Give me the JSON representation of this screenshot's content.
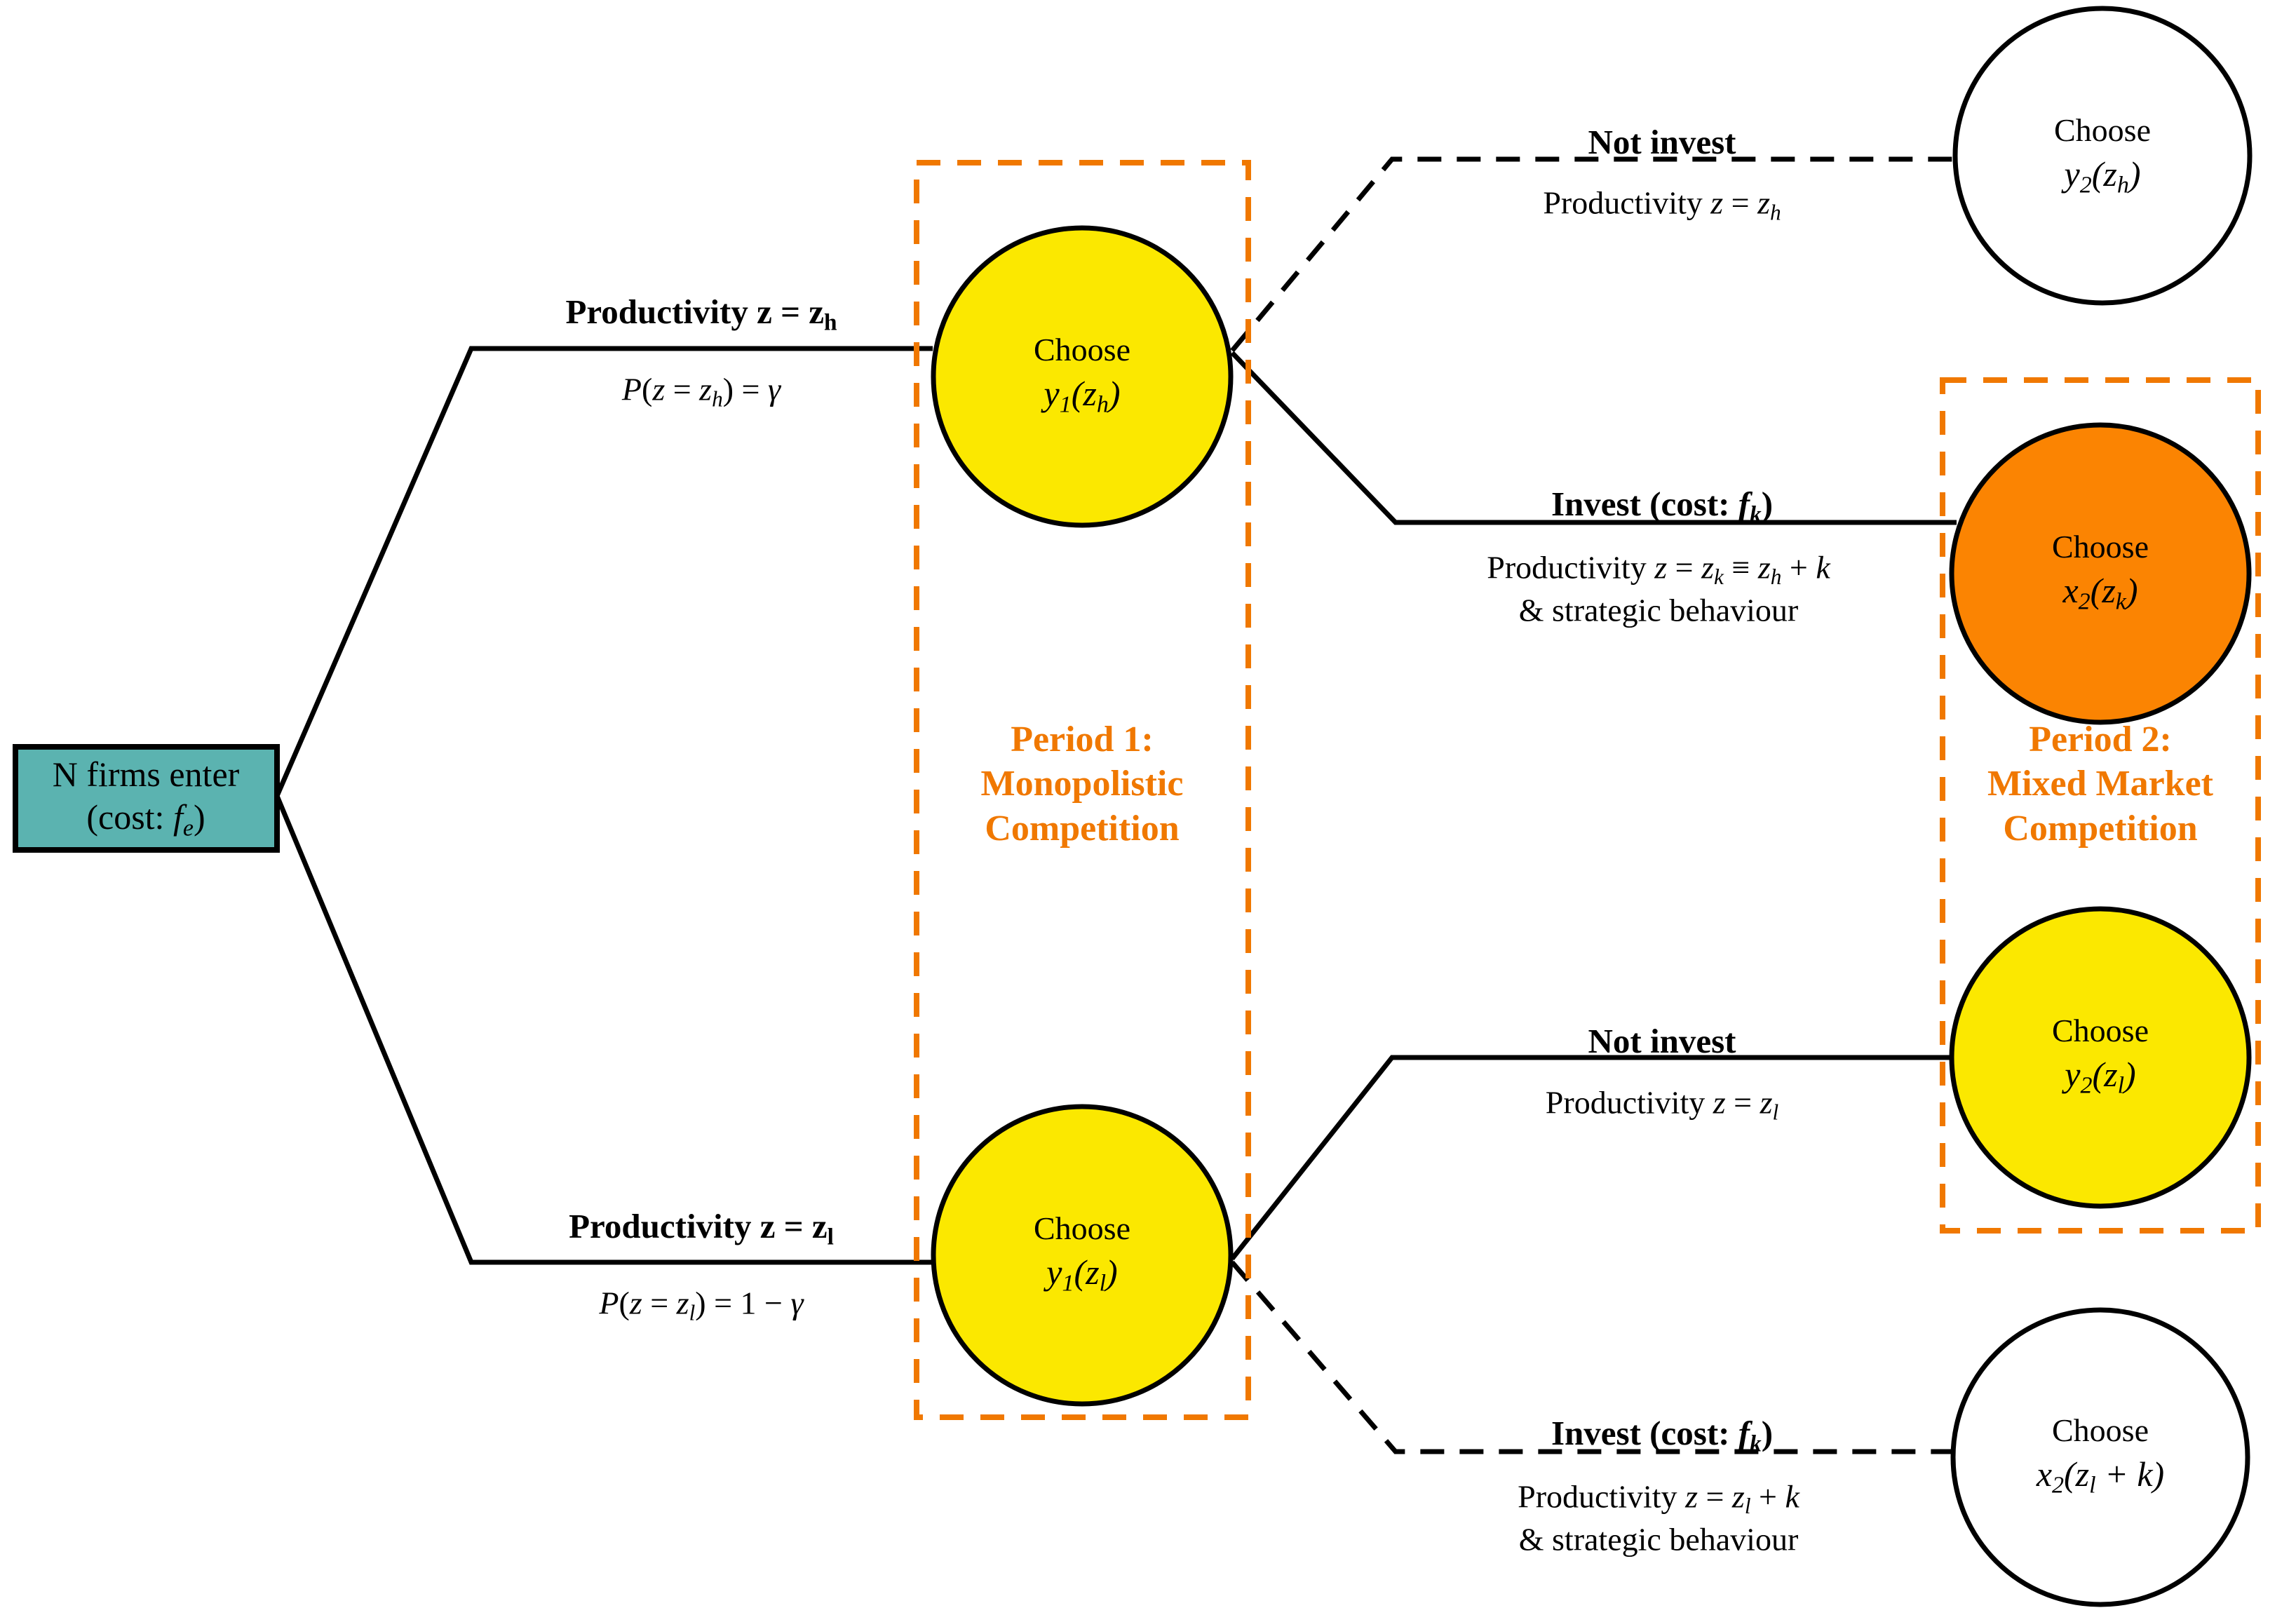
{
  "diagram": {
    "title": "Two-period firm investment decision tree",
    "colors": {
      "entry_fill": "#5BB3B0",
      "node_yellow": "#FBE800",
      "node_orange": "#FB8402",
      "node_white": "#FFFFFF",
      "period_accent": "#F07800",
      "stroke": "#000000"
    }
  },
  "entry": {
    "line1": "N firms enter",
    "line2_prefix": "(cost:",
    "line2_math": "f",
    "line2_sub": "e",
    "line2_suffix": ")",
    "full_text": "N firms enter (cost: f_e)"
  },
  "periods": [
    {
      "id": "period-1",
      "line1": "Period 1:",
      "line2": "Monopolistic",
      "line3": "Competition",
      "full_text": "Period 1: Monopolistic Competition"
    },
    {
      "id": "period-2",
      "line1": "Period 2:",
      "line2": "Mixed Market",
      "line3": "Competition",
      "full_text": "Period 2: Mixed Market Competition"
    }
  ],
  "nodes": [
    {
      "id": "node-y1-zh",
      "choose": "Choose",
      "math": "y₁(z_h)",
      "fill": "yellow",
      "stage": "period-1"
    },
    {
      "id": "node-y1-zl",
      "choose": "Choose",
      "math": "y₁(z_l)",
      "fill": "yellow",
      "stage": "period-1"
    },
    {
      "id": "node-y2-zh",
      "choose": "Choose",
      "math": "y₂(z_h)",
      "fill": "white",
      "stage": "outside"
    },
    {
      "id": "node-x2-zk",
      "choose": "Choose",
      "math": "x₂(z_k)",
      "fill": "orange",
      "stage": "period-2"
    },
    {
      "id": "node-y2-zl",
      "choose": "Choose",
      "math": "y₂(z_l)",
      "fill": "yellow",
      "stage": "period-2"
    },
    {
      "id": "node-x2-zl-k",
      "choose": "Choose",
      "math": "x₂(z_l + k)",
      "fill": "white",
      "stage": "outside"
    }
  ],
  "edges": [
    {
      "id": "edge-high-productivity",
      "style": "solid",
      "top_label": "Productivity z = z_h",
      "bottom_label": "P(z = z_h) = γ"
    },
    {
      "id": "edge-low-productivity",
      "style": "solid",
      "top_label": "Productivity z = z_l",
      "bottom_label": "P(z = z_l) = 1 − γ"
    },
    {
      "id": "edge-high-not-invest",
      "style": "dashed",
      "top_label": "Not invest",
      "bottom_label": "Productivity z = z_h"
    },
    {
      "id": "edge-high-invest",
      "style": "solid",
      "top_label": "Invest (cost: f_k)",
      "bottom_label_1": "Productivity z = z_k ≡ z_h + k",
      "bottom_label_2": "& strategic behaviour"
    },
    {
      "id": "edge-low-not-invest",
      "style": "solid",
      "top_label": "Not invest",
      "bottom_label": "Productivity z = z_l"
    },
    {
      "id": "edge-low-invest",
      "style": "dashed",
      "top_label": "Invest (cost: f_k)",
      "bottom_label_1": "Productivity z = z_l + k",
      "bottom_label_2": "& strategic behaviour"
    }
  ]
}
